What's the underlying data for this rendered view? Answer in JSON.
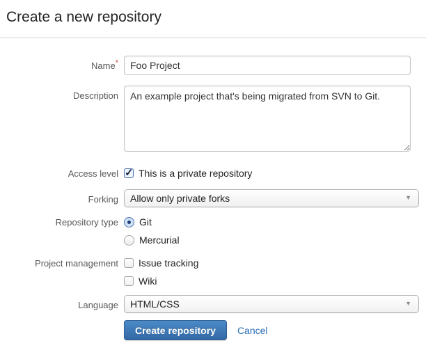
{
  "page": {
    "title": "Create a new repository"
  },
  "form": {
    "name": {
      "label": "Name",
      "required_marker": "*",
      "value": "Foo Project"
    },
    "description": {
      "label": "Description",
      "value": "An example project that's being migrated from SVN to Git."
    },
    "access_level": {
      "label": "Access level",
      "checkbox_label": "This is a private repository",
      "checked": true
    },
    "forking": {
      "label": "Forking",
      "selected_option": "Allow only private forks"
    },
    "repository_type": {
      "label": "Repository type",
      "options": [
        {
          "label": "Git",
          "selected": true
        },
        {
          "label": "Mercurial",
          "selected": false
        }
      ]
    },
    "project_management": {
      "label": "Project management",
      "options": [
        {
          "label": "Issue tracking",
          "checked": false
        },
        {
          "label": "Wiki",
          "checked": false
        }
      ]
    },
    "language": {
      "label": "Language",
      "selected_option": "HTML/CSS"
    },
    "actions": {
      "submit_label": "Create repository",
      "cancel_label": "Cancel"
    }
  },
  "icons": {
    "select_arrow": "▼"
  },
  "colors": {
    "primary_button_blue": "#3c74ad",
    "link_blue": "#2b6db5",
    "required_red": "#d04437",
    "label_gray": "#58595b",
    "divider_gray": "#cccccc",
    "radio_selected_blue": "#1d3c78"
  }
}
